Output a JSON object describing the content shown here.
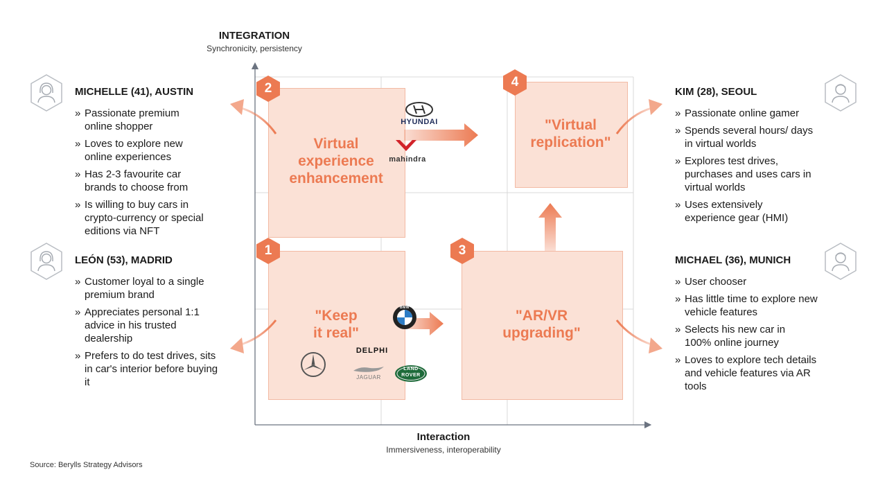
{
  "axes": {
    "y_title": "INTEGRATION",
    "y_subtitle": "Synchronicity, persistency",
    "x_title": "Interaction",
    "x_subtitle": "Immersiveness,  interoperability"
  },
  "quadrants": [
    {
      "number": "1",
      "label": "\"Keep\nit real\""
    },
    {
      "number": "2",
      "label": "Virtual\nexperience\nenhancement"
    },
    {
      "number": "3",
      "label": "\"AR/VR\nupgrading\""
    },
    {
      "number": "4",
      "label": "\"Virtual\nreplication\""
    }
  ],
  "personas": [
    {
      "name": "MICHELLE (41), AUSTIN",
      "bullets": [
        "Passionate premium online shopper",
        "Loves to explore new online experiences",
        "Has 2-3 favourite car brands to choose from",
        "Is willing to buy cars in crypto-currency or special editions via NFT"
      ]
    },
    {
      "name": "LEÓN (53), MADRID",
      "bullets": [
        "Customer loyal to a single premium brand",
        "Appreciates personal 1:1 advice in his trusted dealership",
        "Prefers to do test drives, sits in car's interior before buying it"
      ]
    },
    {
      "name": "KIM (28), SEOUL",
      "bullets": [
        "Passionate online gamer",
        "Spends several hours/ days in virtual worlds",
        "Explores test drives, purchases and uses cars in virtual worlds",
        "Uses extensively experience gear (HMI)"
      ]
    },
    {
      "name": "MICHAEL (36), MUNICH",
      "bullets": [
        "User chooser",
        "Has little time to explore new vehicle features",
        "Selects his new car in 100% online journey",
        "Loves to explore tech details and vehicle features via AR tools"
      ]
    }
  ],
  "brands": {
    "hyundai": "HYUNDAI",
    "mahindra": "mahindra",
    "bmw": "BMW",
    "delphi": "DELPHI",
    "jaguar": "JAGUAR",
    "landrover_top": "LAND",
    "landrover_bottom": "ROVER"
  },
  "source": "Source: Berylls Strategy Advisors",
  "colors": {
    "accent": "#ec7a52",
    "box_fill": "#fbe1d6",
    "grid": "#d6d6d6",
    "avatar": "#b8bcc2"
  }
}
